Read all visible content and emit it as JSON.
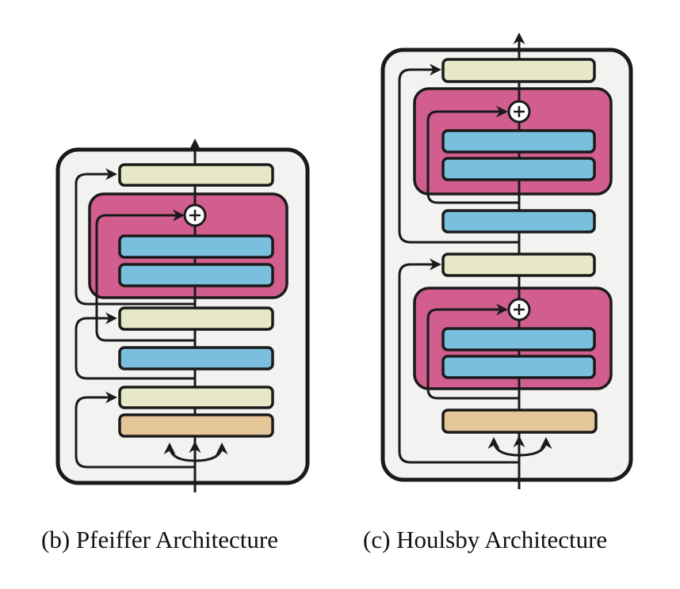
{
  "captions": {
    "pfeiffer": "(b) Pfeiffer Architecture",
    "houlsby": "(c) Houlsby Architecture"
  },
  "colors": {
    "background": "#ffffff",
    "container_fill": "#f2f2f1",
    "stroke": "#1a1a1a",
    "layer_norm_yellow": "#e8e8c8",
    "feed_forward_blue": "#7bbfde",
    "adapter_pink": "#d15e8f",
    "attention_tan": "#e6c79a",
    "add_circle_fill": "#ffffff"
  },
  "diagrams": [
    {
      "name": "pfeiffer",
      "components_bottom_to_top": [
        "multi-head-attention",
        "layer-norm",
        "feed-forward",
        "layer-norm",
        "adapter",
        "layer-norm"
      ],
      "adapter_count": 1
    },
    {
      "name": "houlsby",
      "components_bottom_to_top": [
        "multi-head-attention",
        "adapter",
        "layer-norm",
        "feed-forward",
        "adapter",
        "layer-norm"
      ],
      "adapter_count": 2
    }
  ],
  "symbols": {
    "add": "+"
  }
}
